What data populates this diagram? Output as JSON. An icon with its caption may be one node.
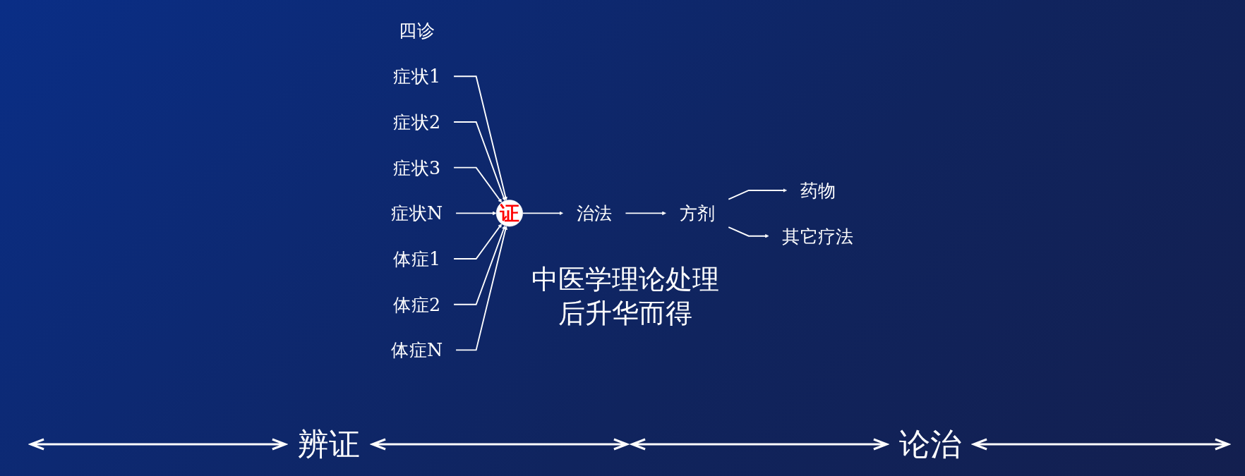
{
  "diagram": {
    "nodes": [
      {
        "text": [
          "四诊"
        ]
      },
      {
        "text": [
          "症状1"
        ]
      },
      {
        "text": [
          "症状2"
        ]
      },
      {
        "text": [
          "症状3"
        ]
      },
      {
        "text": [
          "症状N"
        ]
      },
      {
        "text": [
          "体症1"
        ]
      },
      {
        "text": [
          "体症2"
        ]
      },
      {
        "text": [
          "体症N"
        ]
      },
      {
        "text": [
          "证"
        ]
      },
      {
        "text": [
          "治法"
        ]
      },
      {
        "text": [
          "方剂"
        ]
      },
      {
        "text": [
          "药物"
        ]
      },
      {
        "text": [
          "其它疗法"
        ]
      }
    ],
    "edges": [
      {
        "from": 1,
        "to": 8,
        "arrow": "to"
      },
      {
        "from": 2,
        "to": 8,
        "arrow": "to"
      },
      {
        "from": 3,
        "to": 8,
        "arrow": "to"
      },
      {
        "from": 4,
        "to": 8,
        "arrow": "to"
      },
      {
        "from": 5,
        "to": 8,
        "arrow": "to"
      },
      {
        "from": 6,
        "to": 8,
        "arrow": "to"
      },
      {
        "from": 7,
        "to": 8,
        "arrow": "to"
      },
      {
        "from": 8,
        "to": 9,
        "arrow": "to"
      },
      {
        "from": 9,
        "to": 10,
        "arrow": "to"
      },
      {
        "from": 10,
        "to": 11,
        "arrow": "to"
      },
      {
        "from": 10,
        "to": 12,
        "arrow": "to"
      }
    ],
    "labels": [
      "中医学理论处理后升华而得",
      "辨证",
      "论治"
    ]
  }
}
